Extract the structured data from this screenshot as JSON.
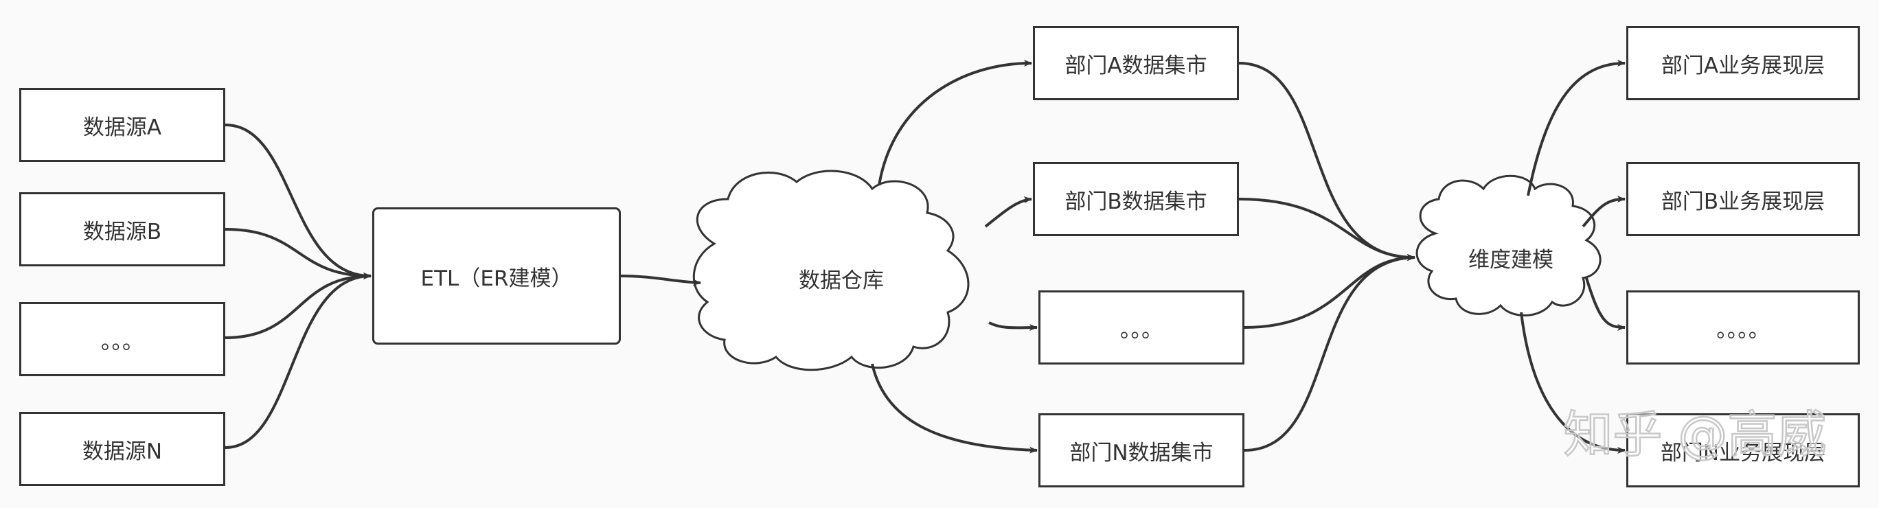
{
  "sources": [
    {
      "label": "数据源A"
    },
    {
      "label": "数据源B"
    },
    {
      "label": "。。。"
    },
    {
      "label": "数据源N"
    }
  ],
  "etl": {
    "label": "ETL（ER建模）"
  },
  "warehouse": {
    "label": "数据仓库"
  },
  "marts": [
    {
      "label": "部门A数据集市"
    },
    {
      "label": "部门B数据集市"
    },
    {
      "label": "。。。"
    },
    {
      "label": "部门N数据集市"
    }
  ],
  "dimension": {
    "label": "维度建模"
  },
  "presentation": [
    {
      "label": "部门A业务展现层"
    },
    {
      "label": "部门B业务展现层"
    },
    {
      "label": "。。。。"
    },
    {
      "label": "部门N业务展现层"
    }
  ],
  "watermark": {
    "text": "知乎 @高威"
  },
  "colors": {
    "stroke": "#333333",
    "background": "#fafafa",
    "box_fill": "#ffffff",
    "watermark": "#cccccc"
  }
}
